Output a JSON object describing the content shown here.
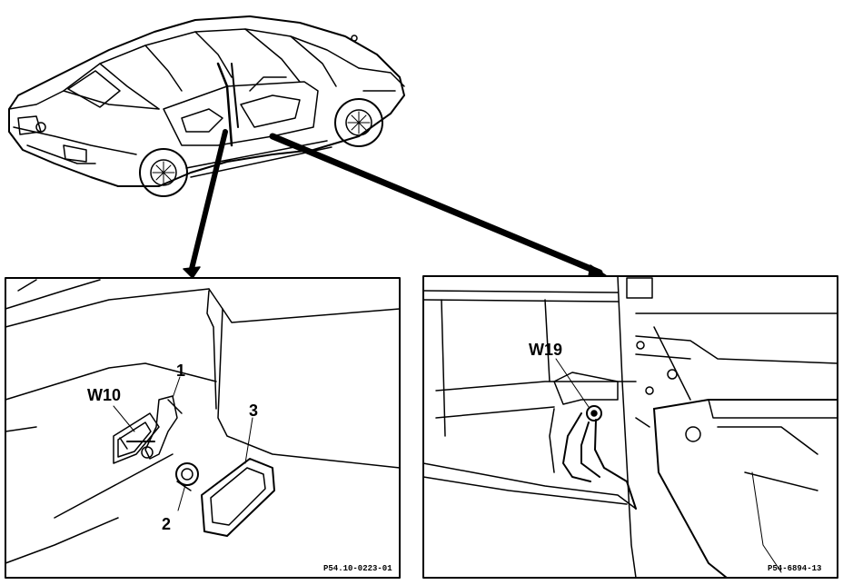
{
  "colors": {
    "ink": "#000000",
    "paper": "#ffffff"
  },
  "left_panel": {
    "callouts": {
      "w10": "W10",
      "part1": "1",
      "part2": "2",
      "part3": "3"
    },
    "figure_code": "P54.10-0223-01"
  },
  "right_panel": {
    "callouts": {
      "w19": "W19"
    },
    "figure_code": "P54-6894-13"
  }
}
